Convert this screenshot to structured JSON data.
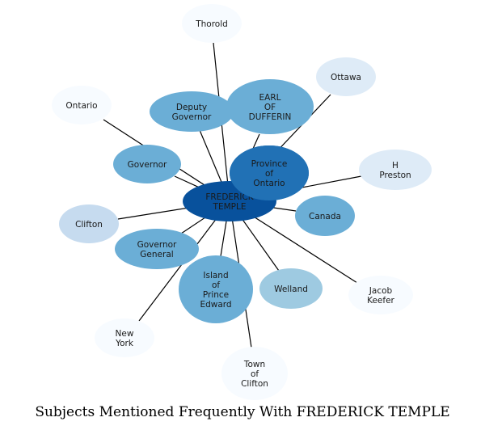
{
  "title": "Subjects Mentioned Frequently With FREDERICK TEMPLE",
  "center_node": {
    "id": "frederick-temple",
    "lines": [
      "FREDERICK",
      "TEMPLE"
    ],
    "color": "#08519c"
  },
  "nodes": [
    {
      "id": "thorold",
      "lines": [
        "Thorold"
      ],
      "color": "#f7fbff"
    },
    {
      "id": "ottawa",
      "lines": [
        "Ottawa"
      ],
      "color": "#deebf7"
    },
    {
      "id": "ontario",
      "lines": [
        "Ontario"
      ],
      "color": "#f7fbff"
    },
    {
      "id": "deputy-governor",
      "lines": [
        "Deputy",
        "Governor"
      ],
      "color": "#6baed6"
    },
    {
      "id": "earl-of-dufferin",
      "lines": [
        "EARL",
        "OF",
        "DUFFERIN"
      ],
      "color": "#6baed6"
    },
    {
      "id": "h-preston",
      "lines": [
        "H",
        "Preston"
      ],
      "color": "#deebf7"
    },
    {
      "id": "governor",
      "lines": [
        "Governor"
      ],
      "color": "#6baed6"
    },
    {
      "id": "province-of-ontario",
      "lines": [
        "Province",
        "of",
        "Ontario"
      ],
      "color": "#2171b5"
    },
    {
      "id": "canada",
      "lines": [
        "Canada"
      ],
      "color": "#6baed6"
    },
    {
      "id": "clifton",
      "lines": [
        "Clifton"
      ],
      "color": "#c6dbef"
    },
    {
      "id": "governor-general",
      "lines": [
        "Governor",
        "General"
      ],
      "color": "#6baed6"
    },
    {
      "id": "island-of-prince-edward",
      "lines": [
        "Island",
        "of",
        "Prince",
        "Edward"
      ],
      "color": "#6baed6"
    },
    {
      "id": "welland",
      "lines": [
        "Welland"
      ],
      "color": "#9ecae1"
    },
    {
      "id": "jacob-keefer",
      "lines": [
        "Jacob",
        "Keefer"
      ],
      "color": "#f7fbff"
    },
    {
      "id": "new-york",
      "lines": [
        "New",
        "York"
      ],
      "color": "#f7fbff"
    },
    {
      "id": "town-of-clifton",
      "lines": [
        "Town",
        "of",
        "Clifton"
      ],
      "color": "#f7fbff"
    }
  ]
}
